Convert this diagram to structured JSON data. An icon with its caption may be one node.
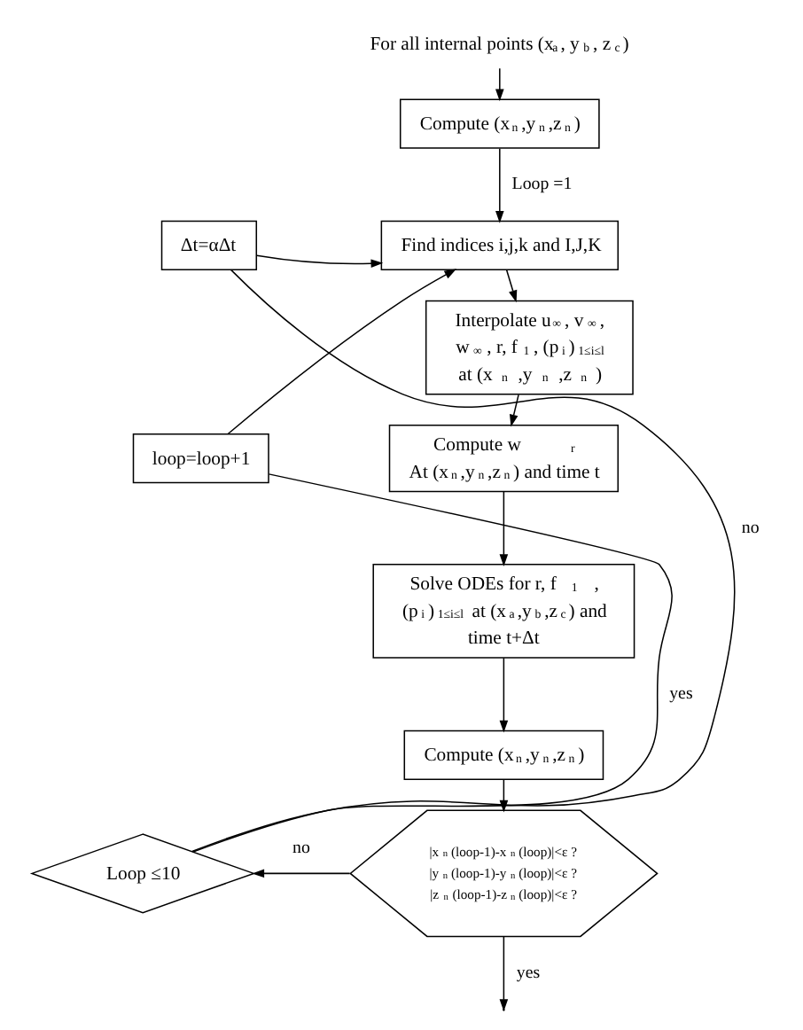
{
  "diagram": {
    "nodes": [
      {
        "text": [
          "For all internal points (x$_{a}$, y$_{b}$, z$_{c}$)"
        ]
      },
      {
        "text": [
          "Compute (x$_{n}$,y$_{n}$,z$_{n}$)"
        ]
      },
      {
        "text": [
          "Find indices i,j,k and I,J,K"
        ]
      },
      {
        "text": [
          "Interpolate u$_{∞}$, v$_{∞}$, w$_{∞}$, r, f$_{1}$, (p$_{i}$)$_{1≤i≤l}$ at (x$_{n}$,y$_{n}$,z$_{n}$)"
        ]
      },
      {
        "text": [
          "Compute w$_{r}$",
          "At (x$_{n}$,y$_{n}$,z$_{n}$) and time t"
        ]
      },
      {
        "text": [
          "Solve ODEs for r, f$_{1}$, (p$_{i}$)$_{1≤i≤l}$ at (x$_{a}$,y$_{b}$,z$_{c}$) and time t+Δt"
        ]
      },
      {
        "text": [
          "Compute (x$_{n}$,y$_{n}$,z$_{n}$)"
        ]
      },
      {
        "text": [
          "|x$_{n}$(loop-1)-x$_{n}$(loop)|<ε ?",
          "|y$_{n}$(loop-1)-y$_{n}$(loop)|<ε ?",
          "|z$_{n}$(loop-1)-z$_{n}$(loop)|<ε ?"
        ]
      },
      {
        "text": [
          "Loop ≤10"
        ]
      },
      {
        "text": [
          "loop=loop+1"
        ]
      },
      {
        "text": [
          "Δt=αΔt"
        ]
      }
    ],
    "edges": [
      {
        "from": 0,
        "to": 1,
        "arrow": "to"
      },
      {
        "from": 1,
        "to": 2,
        "arrow": "to",
        "label": "Loop =1"
      },
      {
        "from": 2,
        "to": 3,
        "arrow": "to"
      },
      {
        "from": 3,
        "to": 4,
        "arrow": "to"
      },
      {
        "from": 4,
        "to": 5,
        "arrow": "to"
      },
      {
        "from": 5,
        "to": 6,
        "arrow": "to"
      },
      {
        "from": 6,
        "to": 7,
        "arrow": "to"
      },
      {
        "from": 7,
        "to": null,
        "arrow": "to",
        "label": "yes"
      },
      {
        "from": 7,
        "to": 8,
        "arrow": "to",
        "label": "no"
      },
      {
        "from": 8,
        "to": 9,
        "arrow": "none",
        "label": "yes"
      },
      {
        "from": 9,
        "to": 2,
        "arrow": "to"
      },
      {
        "from": 8,
        "to": 10,
        "arrow": "none",
        "label": "no"
      },
      {
        "from": 10,
        "to": 2,
        "arrow": "to"
      }
    ]
  }
}
